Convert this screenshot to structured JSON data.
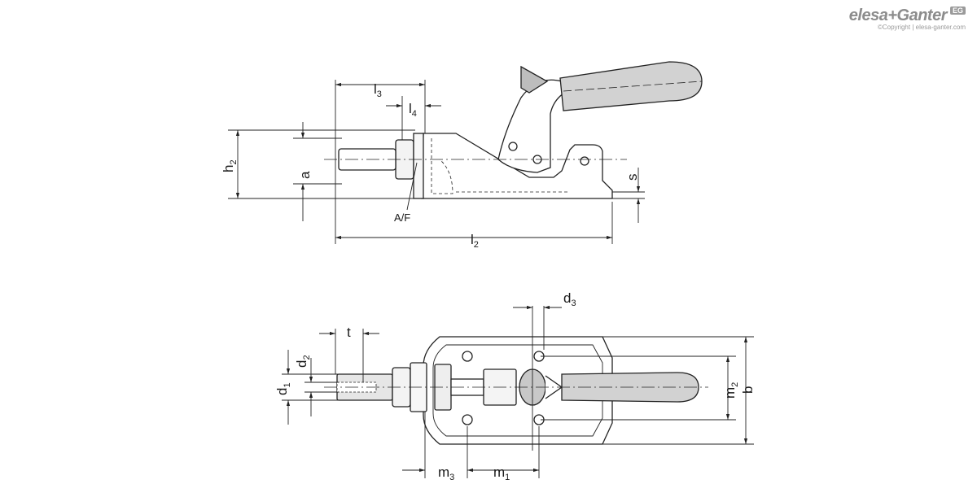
{
  "brand": {
    "name": "elesa+Ganter",
    "badge": "EG",
    "copyright": "©Copyright | elesa-ganter.com"
  },
  "side_view": {
    "labels": {
      "l3": "l",
      "l3_sub": "3",
      "l4": "l",
      "l4_sub": "4",
      "h2": "h",
      "h2_sub": "2",
      "a": "a",
      "af": "A/F",
      "s": "s",
      "l2": "l",
      "l2_sub": "2"
    }
  },
  "top_view": {
    "labels": {
      "t": "t",
      "d3": "d",
      "d3_sub": "3",
      "d2": "d",
      "d2_sub": "2",
      "d1": "d",
      "d1_sub": "1",
      "m2": "m",
      "m2_sub": "2",
      "b": "b",
      "m3": "m",
      "m3_sub": "3",
      "m1": "m",
      "m1_sub": "1"
    }
  }
}
